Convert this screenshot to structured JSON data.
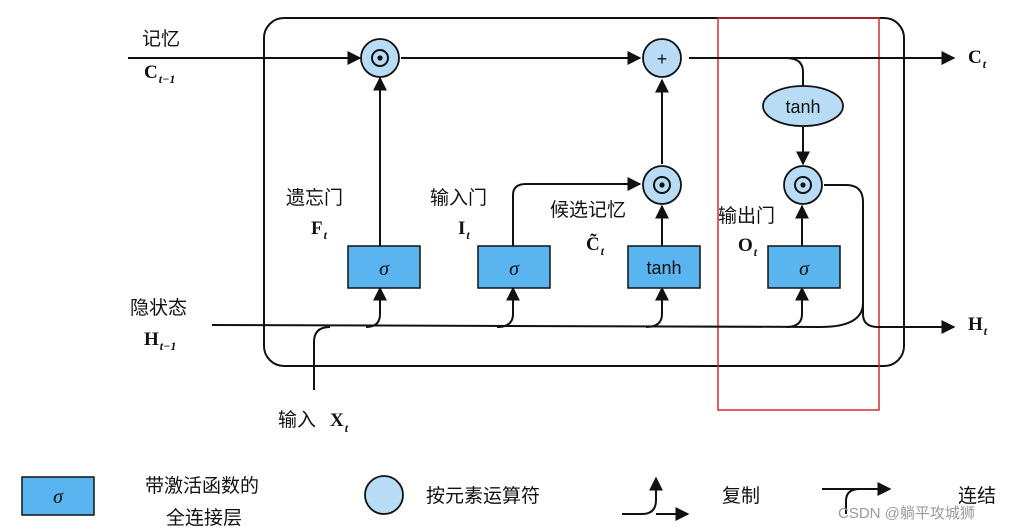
{
  "labels": {
    "memory_in": "记忆",
    "memory_in_sym": "C",
    "memory_in_sub": "t−1",
    "memory_out_sym": "C",
    "memory_out_sub": "t",
    "hidden_in": "隐状态",
    "hidden_in_sym": "H",
    "hidden_in_sub": "t−1",
    "hidden_out_sym": "H",
    "hidden_out_sub": "t",
    "input": "输入",
    "input_sym": "X",
    "input_sub": "t",
    "forget_gate": "遗忘门",
    "forget_sym": "F",
    "forget_sub": "t",
    "input_gate": "输入门",
    "input_gate_sym": "I",
    "input_gate_sub": "t",
    "candidate": "候选记忆",
    "candidate_sym": "C̃",
    "candidate_sub": "t",
    "output_gate": "输出门",
    "output_sym": "O",
    "output_sub": "t"
  },
  "ops": {
    "mult": "⊙",
    "plus": "+",
    "sigma": "σ",
    "tanh": "tanh"
  },
  "legend": {
    "fc_layer_line1": "带激活函数的",
    "fc_layer_line2": "全连接层",
    "elementwise": "按元素运算符",
    "copy": "复制",
    "concat": "连结"
  },
  "watermark": "CSDN @躺平攻城狮",
  "colors": {
    "box_fill": "#5ab4f0",
    "circle_fill": "#b9dcf6",
    "highlight": "#d62b34"
  }
}
